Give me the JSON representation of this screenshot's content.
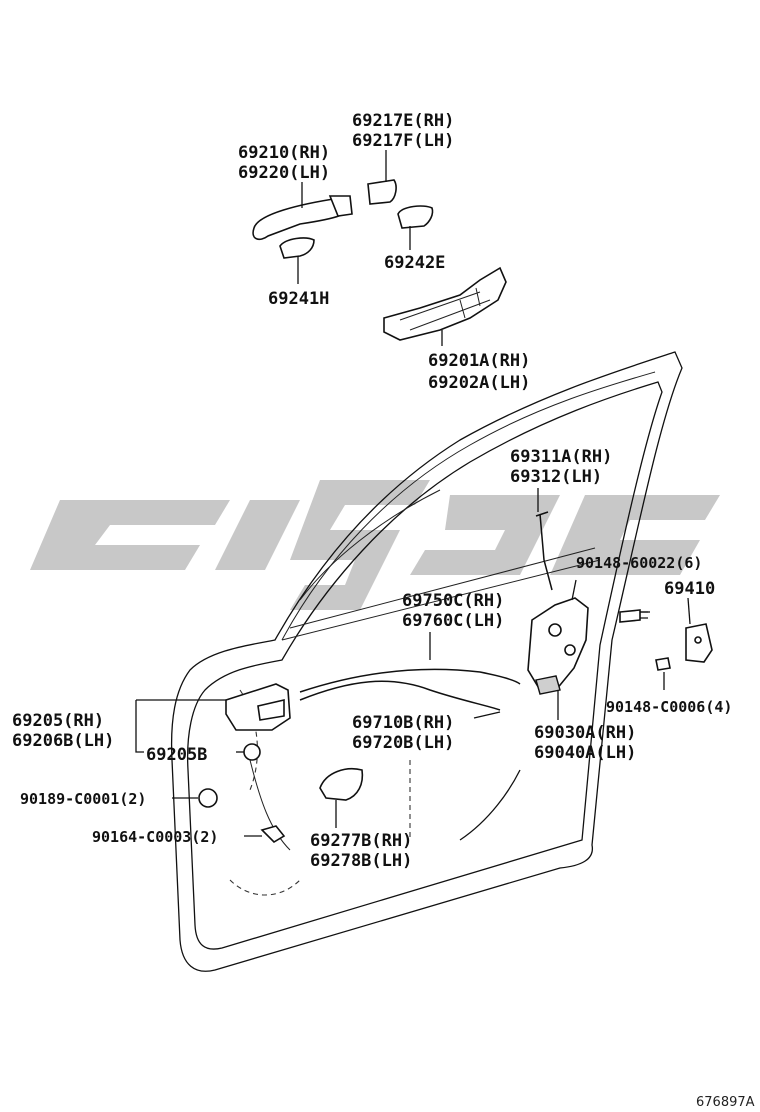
{
  "labels": {
    "p69210": "69210(RH)",
    "p69220": "69220(LH)",
    "p69217E": "69217E(RH)",
    "p69217F": "69217F(LH)",
    "p69242E": "69242E",
    "p69241H": "69241H",
    "p69201A": "69201A(RH)",
    "p69202A": "69202A(LH)",
    "p69311A": "69311A(RH)",
    "p69312": "69312(LH)",
    "p90148_60022": "90148-60022(6)",
    "p69410": "69410",
    "p69750C": "69750C(RH)",
    "p69760C": "69760C(LH)",
    "p90148_C0006": "90148-C0006(4)",
    "p69205": "69205(RH)",
    "p69206B": "69206B(LH)",
    "p69205B": "69205B",
    "p69710B": "69710B(RH)",
    "p69720B": "69720B(LH)",
    "p69030A": "69030A(RH)",
    "p69040A": "69040A(LH)",
    "p90189_C0001": "90189-C0001(2)",
    "p90164_C0003": "90164-C0003(2)",
    "p69277B": "69277B(RH)",
    "p69278B": "69278B(LH)"
  },
  "figure_ref": "676897A",
  "colors": {
    "ink": "#111111",
    "watermark": "#c8c8c8",
    "background": "#ffffff"
  }
}
